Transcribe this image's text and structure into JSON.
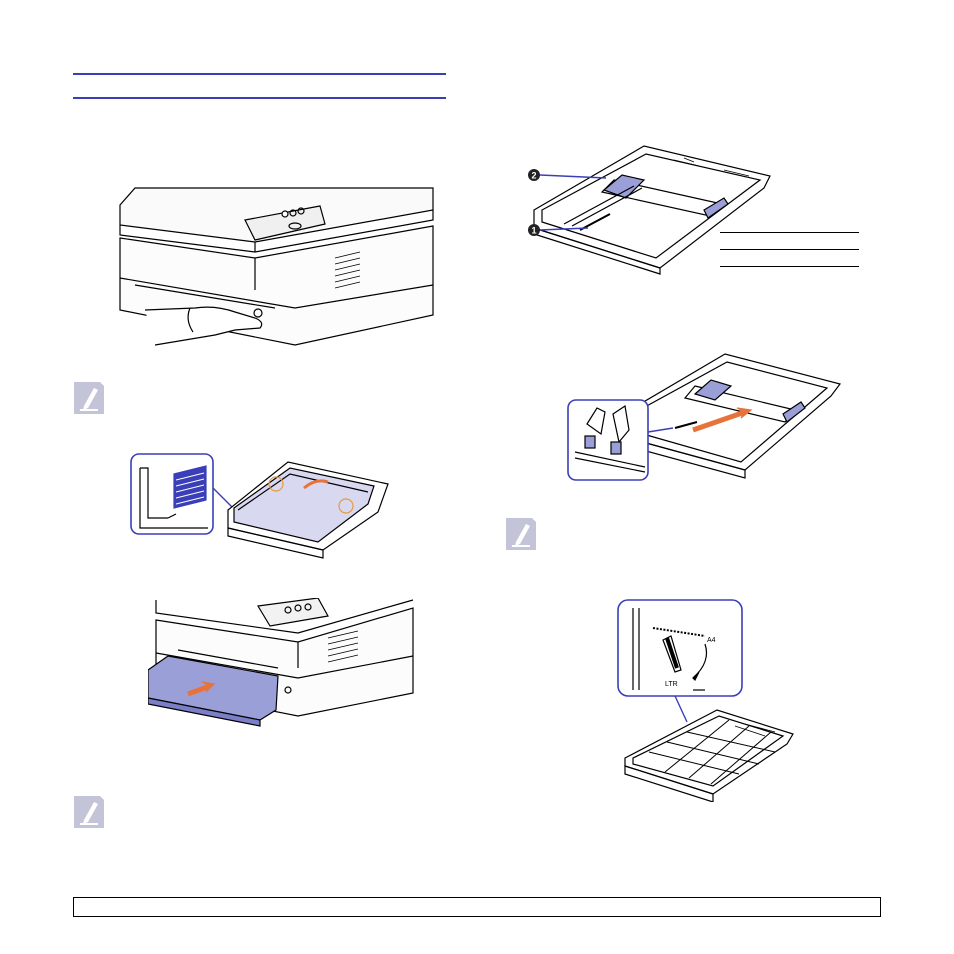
{
  "page": {
    "colors": {
      "accent": "#3a3fb8",
      "note_icon": "#c4c4d8",
      "tray_highlight": "#9a9fd8"
    },
    "icons": [
      "note-icon",
      "printer-illustration",
      "paper-tray-illustration",
      "paper-guide-illustration"
    ]
  },
  "figures": {
    "tray_callouts": [
      "2",
      "1"
    ],
    "size_labels": {
      "a4": "A4",
      "ltr": "LTR"
    }
  }
}
